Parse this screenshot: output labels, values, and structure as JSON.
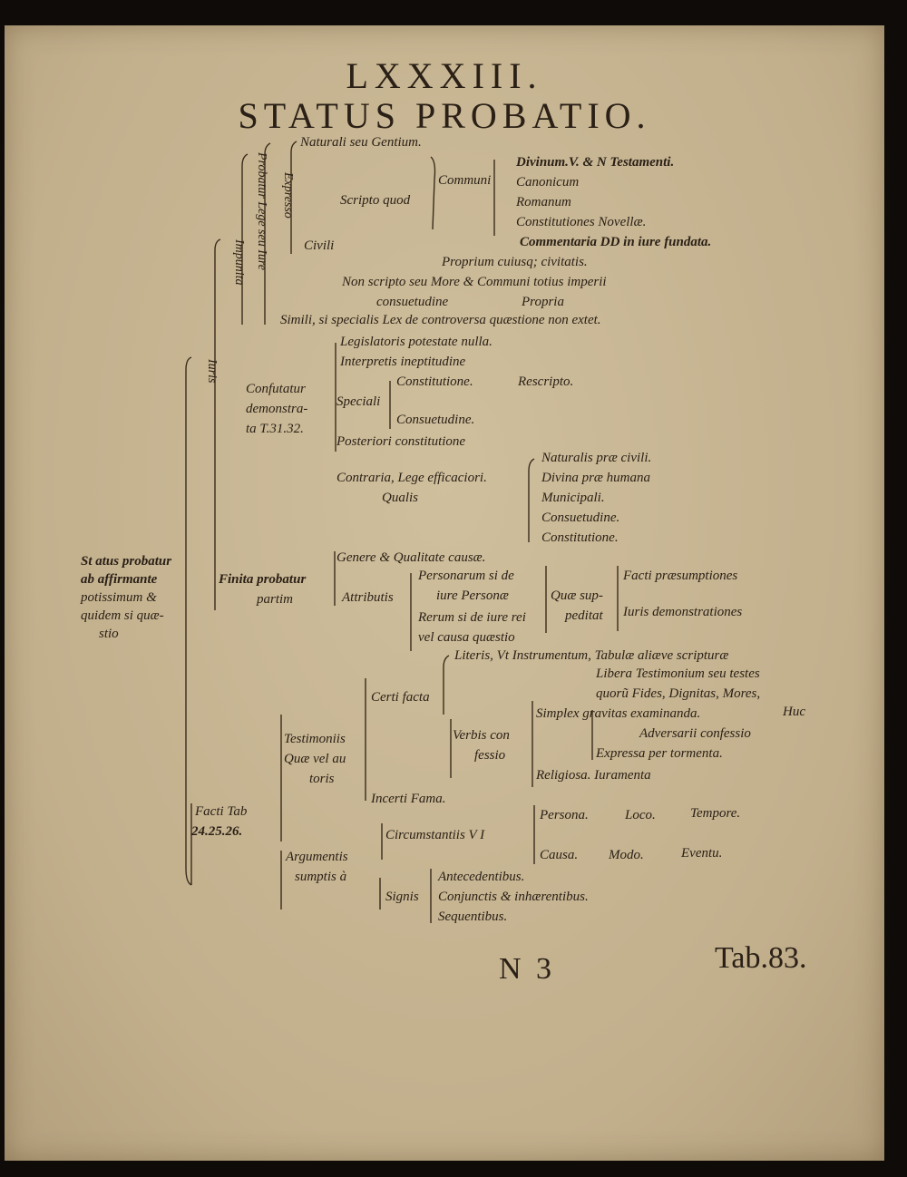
{
  "header": {
    "number": "LXXXIII.",
    "title": "STATUS PROBATIO."
  },
  "tree": {
    "root": [
      "St atus probatur",
      "ab affirmante",
      "potissimum &",
      "quidem si quæ-",
      "stio"
    ],
    "juris": "Iuris",
    "impunita": "Impunita",
    "probatur_lege": "Probatur Lege seu Iure",
    "expresso": "Expresso",
    "naturali": "Naturali seu Gentium.",
    "scripto": "Scripto quod",
    "civili": "Civili",
    "communi": "Communi",
    "communi_items": [
      "Divinum.V. & N Testamenti.",
      "Canonicum",
      "Romanum",
      "Constitutiones Novellæ."
    ],
    "commentaria": "Commentaria DD in iure fundata.",
    "proprium": "Proprium cuiusq; civitatis.",
    "non_scripto": "Non scripto seu More & Communi totius imperii",
    "consuetudine": "consuetudine",
    "propria": "Propria",
    "simili": "Simili, si specialis Lex de controversa quæstione non extet.",
    "confutatur": [
      "Confutatur",
      "demonstra-",
      "ta T.31.32."
    ],
    "legislatoris": "Legislatoris potestate nulla.",
    "interpretis": "Interpretis ineptitudine",
    "speciali": "Speciali",
    "constitutione": "Constitutione.",
    "rescripto": "Rescripto.",
    "consuetudine2": "Consuetudine.",
    "posteriori": "Posteriori constitutione",
    "contraria": "Contraria, Lege efficaciori.",
    "qualis": "Qualis",
    "qualis_items": [
      "Naturalis præ civili.",
      "Divina præ humana",
      "Municipali.",
      "Consuetudine.",
      "Constitutione."
    ],
    "finita": [
      "Finita probatur",
      "partim"
    ],
    "genere": "Genere & Qualitate causæ.",
    "attributis": "Attributis",
    "personarum": [
      "Personarum si de",
      "iure Personæ"
    ],
    "rerum": [
      "Rerum si de iure rei",
      "vel causa quæstio"
    ],
    "quae_sup": [
      "Quæ sup-",
      "peditat"
    ],
    "facti_praes": "Facti præsumptiones",
    "iuris_demon": "Iuris demonstrationes",
    "facti_tab": [
      "Facti Tab",
      "24.25.26."
    ],
    "testimoniis": [
      "Testimoniis",
      "Quæ vel au",
      "toris"
    ],
    "certi_facta": "Certi facta",
    "literis": "Literis, Vt Instrumentum, Tabulæ aliæve scripturæ",
    "libera": "Libera Testimonium seu testes",
    "quorum": "quorũ Fides, Dignitas, Mores,",
    "verbis": [
      "Verbis con",
      "fessio"
    ],
    "simplex": "Simplex gravitas examinanda.",
    "huc": "Huc",
    "adversarii": "Adversarii confessio",
    "expressa": "Expressa per tormenta.",
    "religiosa": "Religiosa. Iuramenta",
    "incerti": "Incerti Fama.",
    "argumentis": [
      "Argumentis",
      "sumptis à"
    ],
    "circumstantiis": "Circumstantiis V I",
    "persona_row": [
      "Persona.",
      "Loco.",
      "Tempore."
    ],
    "causa_row": [
      "Causa.",
      "Modo.",
      "Eventu."
    ],
    "signis": "Signis",
    "signis_items": [
      "Antecedentibus.",
      "Conjunctis & inhærentibus.",
      "Sequentibus."
    ]
  },
  "footer": {
    "signature": "N 3",
    "tab": "Tab.83."
  }
}
